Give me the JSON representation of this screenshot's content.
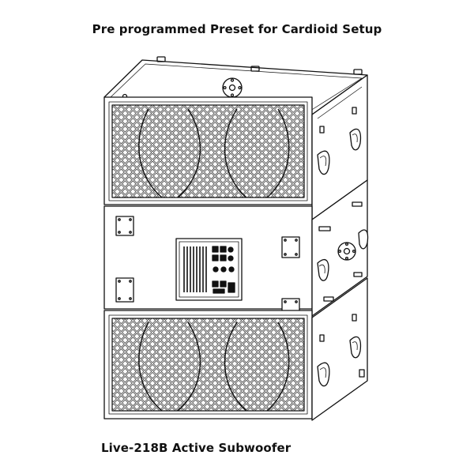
{
  "header": {
    "title": "Pre programmed Preset for Cardioid Setup"
  },
  "footer": {
    "product_name": "Live-218B Active Subwoofer"
  },
  "illustration": {
    "subject": "three stacked subwoofer cabinets",
    "stack": [
      "front-facing-subwoofer",
      "rear-facing-subwoofer-with-amplifier-panel",
      "front-facing-subwoofer"
    ]
  }
}
